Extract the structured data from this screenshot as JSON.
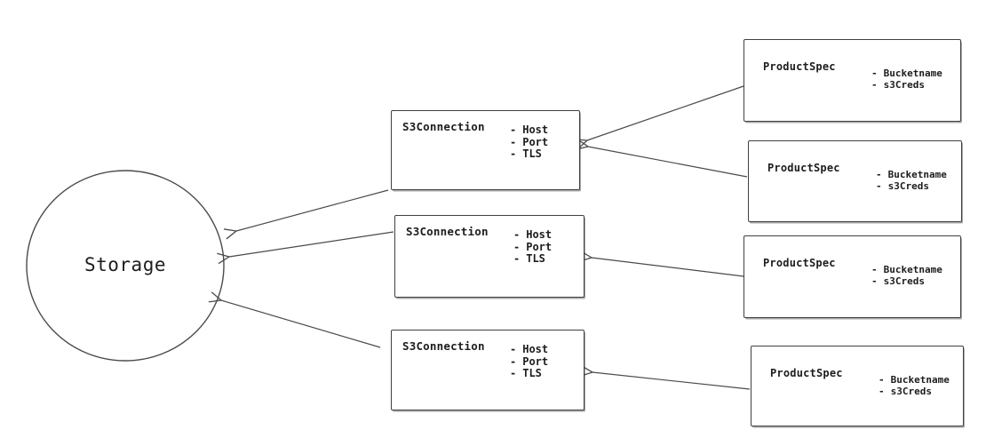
{
  "bullet": "-",
  "storage": {
    "label": "Storage"
  },
  "s3_connections": [
    {
      "title": "S3Connection",
      "attributes": [
        "Host",
        "Port",
        "TLS"
      ]
    },
    {
      "title": "S3Connection",
      "attributes": [
        "Host",
        "Port",
        "TLS"
      ]
    },
    {
      "title": "S3Connection",
      "attributes": [
        "Host",
        "Port",
        "TLS"
      ]
    }
  ],
  "product_specs": [
    {
      "title": "ProductSpec",
      "attributes": [
        "Bucketname",
        "s3Creds"
      ]
    },
    {
      "title": "ProductSpec",
      "attributes": [
        "Bucketname",
        "s3Creds"
      ]
    },
    {
      "title": "ProductSpec",
      "attributes": [
        "Bucketname",
        "s3Creds"
      ]
    },
    {
      "title": "ProductSpec",
      "attributes": [
        "Bucketname",
        "s3Creds"
      ]
    }
  ],
  "edges": [
    {
      "from": "product_spec_1",
      "to": "s3_connection_1"
    },
    {
      "from": "product_spec_2",
      "to": "s3_connection_1"
    },
    {
      "from": "product_spec_3",
      "to": "s3_connection_2"
    },
    {
      "from": "product_spec_4",
      "to": "s3_connection_3"
    },
    {
      "from": "s3_connection_1",
      "to": "storage"
    },
    {
      "from": "s3_connection_2",
      "to": "storage"
    },
    {
      "from": "s3_connection_3",
      "to": "storage"
    }
  ],
  "colors": {
    "stroke": "#434343",
    "text": "#1d1d1d",
    "background": "#ffffff"
  }
}
